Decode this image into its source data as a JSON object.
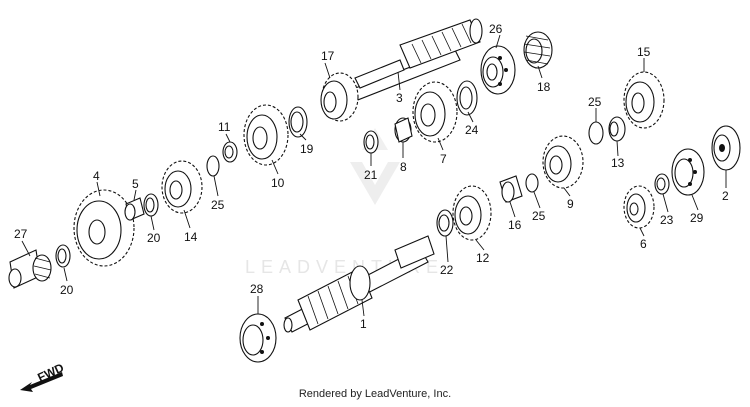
{
  "watermark": {
    "brand": "LEADVENTURE"
  },
  "footer": {
    "text": "Rendered by LeadVenture, Inc."
  },
  "direction": {
    "label": "FWD",
    "icon": "arrow-icon"
  },
  "callouts": {
    "c1": "1",
    "c2": "2",
    "c3": "3",
    "c4": "4",
    "c5": "5",
    "c6": "6",
    "c7": "7",
    "c8": "8",
    "c9": "9",
    "c10": "10",
    "c11": "11",
    "c12": "12",
    "c13": "13",
    "c14": "14",
    "c15": "15",
    "c16": "16",
    "c17": "17",
    "c18": "18",
    "c19": "19",
    "c20a": "20",
    "c20b": "20",
    "c21": "21",
    "c22": "22",
    "c23": "23",
    "c24": "24",
    "c25a": "25",
    "c25b": "25",
    "c25c": "25",
    "c26": "26",
    "c27": "27",
    "c28": "28",
    "c29": "29"
  }
}
